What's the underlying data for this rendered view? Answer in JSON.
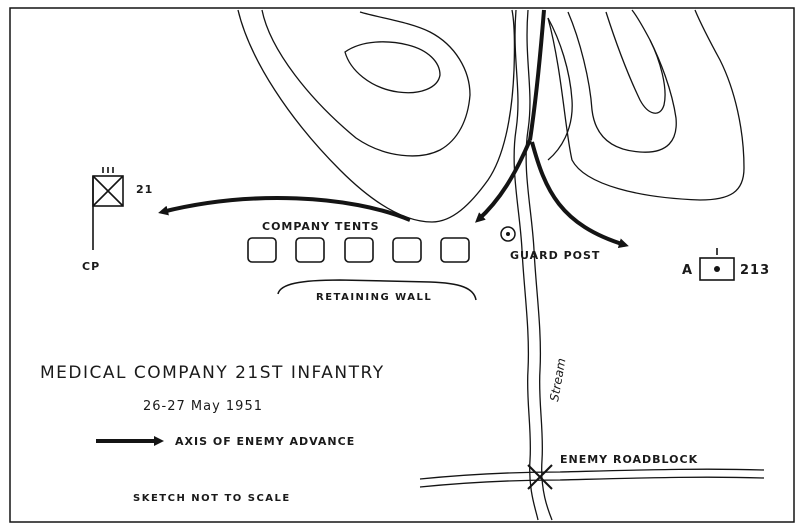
{
  "title": "MEDICAL COMPANY 21ST INFANTRY",
  "date": "26-27 May 1951",
  "labels": {
    "company_tents": "COMPANY TENTS",
    "guard_post": "GUARD POST",
    "retaining_wall": "RETAINING WALL",
    "stream": "Stream",
    "enemy_roadblock": "ENEMY ROADBLOCK",
    "cp": "CP",
    "cp_unit": "21",
    "unit_a_letter": "A",
    "unit_a_number": "213",
    "unit_a_size": "I",
    "cp_size": "III"
  },
  "legend": {
    "axis_of_advance": "AXIS OF ENEMY ADVANCE"
  },
  "note": "SKETCH NOT TO SCALE",
  "colors": {
    "ink": "#141414",
    "paper": "#ffffff"
  },
  "icons": [
    "hq-flag-icon",
    "guard-post-icon",
    "roadblock-icon",
    "unit-symbol-icon",
    "arrow-icon"
  ]
}
